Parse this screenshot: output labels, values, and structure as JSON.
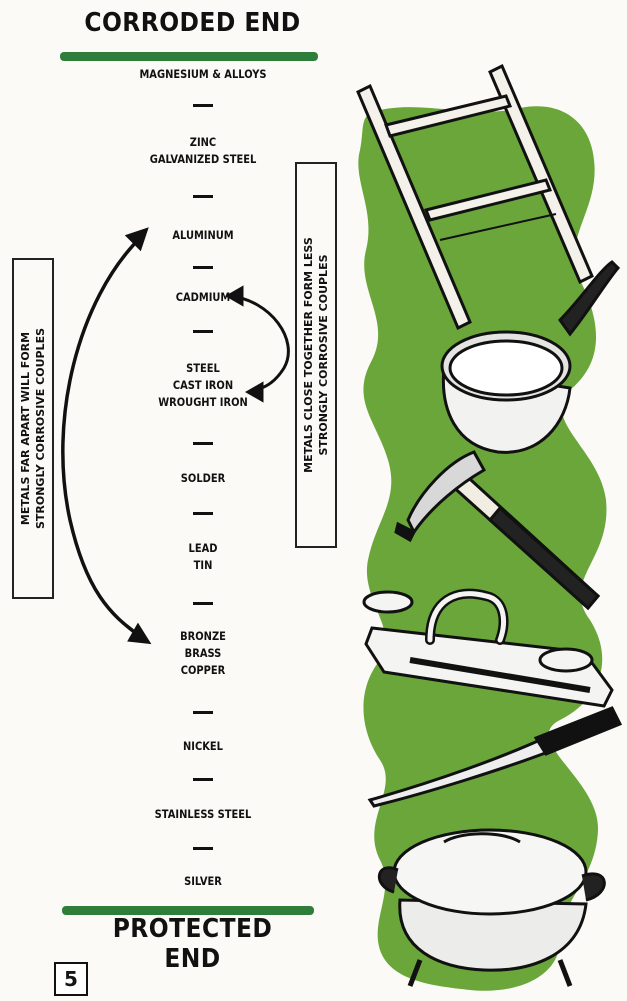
{
  "header": {
    "title": "CORRODED END",
    "subtitle": "MAGNESIUM & ALLOYS"
  },
  "series": [
    "ZINC\nGALVANIZED STEEL",
    "ALUMINUM",
    "CADMIUM",
    "STEEL\nCAST IRON\nWROUGHT IRON",
    "SOLDER",
    "LEAD\nTIN",
    "BRONZE\nBRASS\nCOPPER",
    "NICKEL",
    "STAINLESS STEEL",
    "SILVER"
  ],
  "separator": "—",
  "labels": {
    "far_apart": "METALS FAR APART WILL FORM\nSTRONGLY CORROSIVE COUPLES",
    "close_together": "METALS CLOSE TOGETHER FORM LESS\nSTRONGLY CORROSIVE COUPLES"
  },
  "footer": {
    "title": "PROTECTED\nEND",
    "page_number": "5"
  },
  "illustrations": [
    "ladder",
    "saucepan",
    "hammer",
    "faucet",
    "knife",
    "pot"
  ],
  "colors": {
    "green": "#6aa63a",
    "rule_green": "#2f7d3a",
    "ink": "#151515"
  }
}
